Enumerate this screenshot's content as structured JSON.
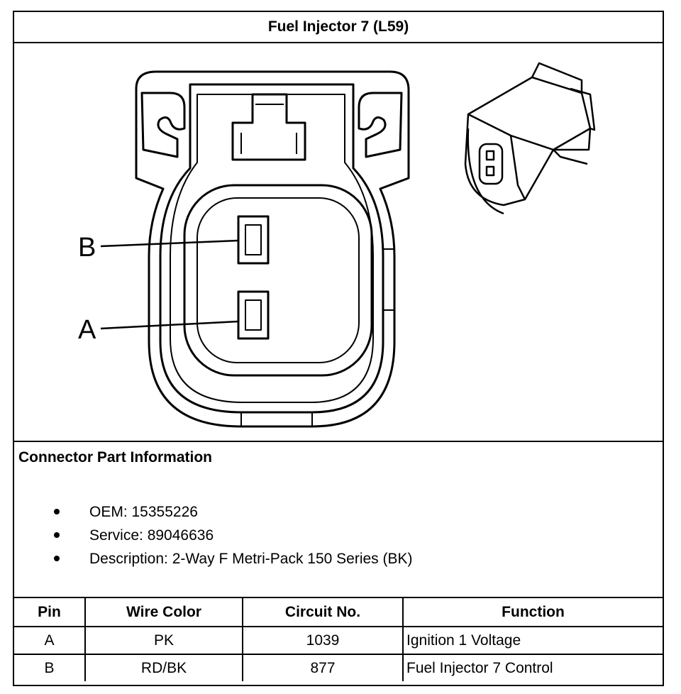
{
  "title": "Fuel Injector 7 (L59)",
  "diagram": {
    "pin_labels": [
      "B",
      "A"
    ]
  },
  "connector_info": {
    "heading": "Connector Part Information",
    "items": [
      "OEM: 15355226",
      "Service: 89046636",
      "Description: 2-Way F Metri-Pack 150 Series (BK)"
    ]
  },
  "pin_table": {
    "headers": [
      "Pin",
      "Wire Color",
      "Circuit No.",
      "Function"
    ],
    "rows": [
      [
        "A",
        "PK",
        "1039",
        "Ignition 1 Voltage"
      ],
      [
        "B",
        "RD/BK",
        "877",
        "Fuel Injector 7 Control"
      ]
    ]
  }
}
